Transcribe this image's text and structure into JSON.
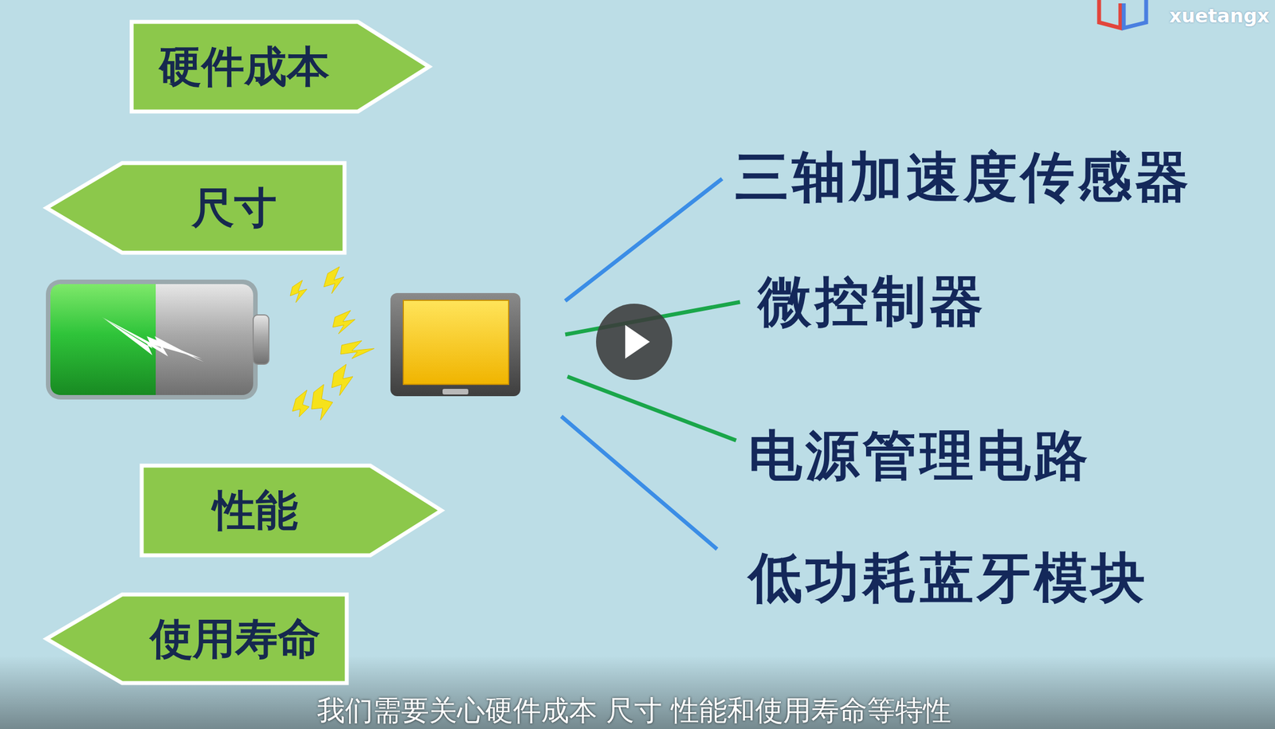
{
  "diagram": {
    "caption": "我们需要关心硬件成本 尺寸 性能和使用寿命等特性",
    "nodes": [
      {
        "text": [
          "硬件成本"
        ]
      },
      {
        "text": [
          "尺寸"
        ]
      },
      {
        "text": [
          "性能"
        ]
      },
      {
        "text": [
          "使用寿命"
        ]
      }
    ],
    "labels": [
      "三轴加速度传感器",
      "微控制器",
      "电源管理电路",
      "低功耗蓝牙模块",
      "xuetangx"
    ]
  }
}
